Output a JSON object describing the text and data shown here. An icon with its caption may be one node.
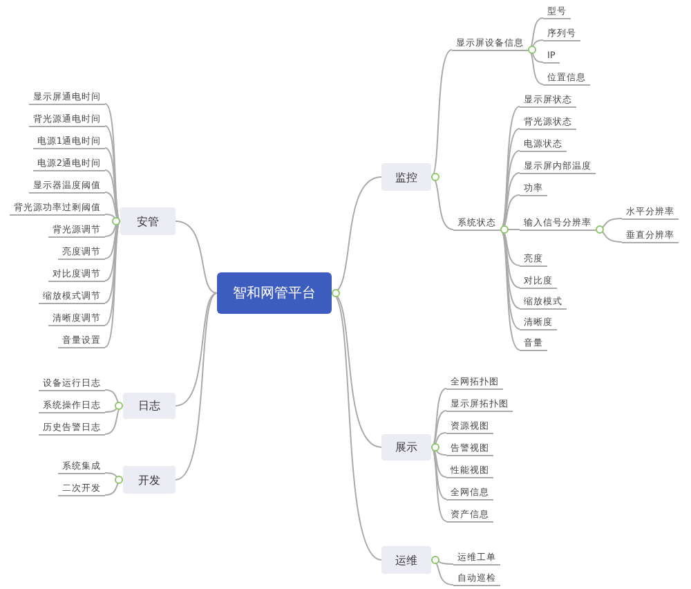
{
  "diagram": {
    "nodes": [
      {
        "text": [
          "智和网管平台"
        ]
      },
      {
        "text": [
          "安管"
        ]
      },
      {
        "text": [
          "显示屏通电时间"
        ]
      },
      {
        "text": [
          "背光源通电时间"
        ]
      },
      {
        "text": [
          "电源1通电时间"
        ]
      },
      {
        "text": [
          "电源2通电时间"
        ]
      },
      {
        "text": [
          "显示器温度阈值"
        ]
      },
      {
        "text": [
          "背光源功率过剩阈值"
        ]
      },
      {
        "text": [
          "背光源调节"
        ]
      },
      {
        "text": [
          "亮度调节"
        ]
      },
      {
        "text": [
          "对比度调节"
        ]
      },
      {
        "text": [
          "缩放模式调节"
        ]
      },
      {
        "text": [
          "清晰度调节"
        ]
      },
      {
        "text": [
          "音量设置"
        ]
      },
      {
        "text": [
          "日志"
        ]
      },
      {
        "text": [
          "设备运行日志"
        ]
      },
      {
        "text": [
          "系统操作日志"
        ]
      },
      {
        "text": [
          "历史告警日志"
        ]
      },
      {
        "text": [
          "开发"
        ]
      },
      {
        "text": [
          "系统集成"
        ]
      },
      {
        "text": [
          "二次开发"
        ]
      },
      {
        "text": [
          "监控"
        ]
      },
      {
        "text": [
          "显示屏设备信息"
        ]
      },
      {
        "text": [
          "型号"
        ]
      },
      {
        "text": [
          "序列号"
        ]
      },
      {
        "text": [
          "IP"
        ]
      },
      {
        "text": [
          "位置信息"
        ]
      },
      {
        "text": [
          "系统状态"
        ]
      },
      {
        "text": [
          "显示屏状态"
        ]
      },
      {
        "text": [
          "背光源状态"
        ]
      },
      {
        "text": [
          "电源状态"
        ]
      },
      {
        "text": [
          "显示屏内部温度"
        ]
      },
      {
        "text": [
          "功率"
        ]
      },
      {
        "text": [
          "输入信号分辨率"
        ]
      },
      {
        "text": [
          "水平分辨率"
        ]
      },
      {
        "text": [
          "垂直分辨率"
        ]
      },
      {
        "text": [
          "亮度"
        ]
      },
      {
        "text": [
          "对比度"
        ]
      },
      {
        "text": [
          "缩放模式"
        ]
      },
      {
        "text": [
          "清晰度"
        ]
      },
      {
        "text": [
          "音量"
        ]
      },
      {
        "text": [
          "展示"
        ]
      },
      {
        "text": [
          "全网拓扑图"
        ]
      },
      {
        "text": [
          "显示屏拓扑图"
        ]
      },
      {
        "text": [
          "资源视图"
        ]
      },
      {
        "text": [
          "告警视图"
        ]
      },
      {
        "text": [
          "性能视图"
        ]
      },
      {
        "text": [
          "全网信息"
        ]
      },
      {
        "text": [
          "资产信息"
        ]
      },
      {
        "text": [
          "运维"
        ]
      },
      {
        "text": [
          "运维工单"
        ]
      },
      {
        "text": [
          "自动巡检"
        ]
      }
    ],
    "edges": [
      {
        "from": 0,
        "to": 1,
        "arrow": "none"
      },
      {
        "from": 1,
        "to": 2,
        "arrow": "none"
      },
      {
        "from": 1,
        "to": 3,
        "arrow": "none"
      },
      {
        "from": 1,
        "to": 4,
        "arrow": "none"
      },
      {
        "from": 1,
        "to": 5,
        "arrow": "none"
      },
      {
        "from": 1,
        "to": 6,
        "arrow": "none"
      },
      {
        "from": 1,
        "to": 7,
        "arrow": "none"
      },
      {
        "from": 1,
        "to": 8,
        "arrow": "none"
      },
      {
        "from": 1,
        "to": 9,
        "arrow": "none"
      },
      {
        "from": 1,
        "to": 10,
        "arrow": "none"
      },
      {
        "from": 1,
        "to": 11,
        "arrow": "none"
      },
      {
        "from": 1,
        "to": 12,
        "arrow": "none"
      },
      {
        "from": 1,
        "to": 13,
        "arrow": "none"
      },
      {
        "from": 0,
        "to": 14,
        "arrow": "none"
      },
      {
        "from": 14,
        "to": 15,
        "arrow": "none"
      },
      {
        "from": 14,
        "to": 16,
        "arrow": "none"
      },
      {
        "from": 14,
        "to": 17,
        "arrow": "none"
      },
      {
        "from": 0,
        "to": 18,
        "arrow": "none"
      },
      {
        "from": 18,
        "to": 19,
        "arrow": "none"
      },
      {
        "from": 18,
        "to": 20,
        "arrow": "none"
      },
      {
        "from": 0,
        "to": 21,
        "arrow": "none"
      },
      {
        "from": 21,
        "to": 22,
        "arrow": "none"
      },
      {
        "from": 22,
        "to": 23,
        "arrow": "none"
      },
      {
        "from": 22,
        "to": 24,
        "arrow": "none"
      },
      {
        "from": 22,
        "to": 25,
        "arrow": "none"
      },
      {
        "from": 22,
        "to": 26,
        "arrow": "none"
      },
      {
        "from": 21,
        "to": 27,
        "arrow": "none"
      },
      {
        "from": 27,
        "to": 28,
        "arrow": "none"
      },
      {
        "from": 27,
        "to": 29,
        "arrow": "none"
      },
      {
        "from": 27,
        "to": 30,
        "arrow": "none"
      },
      {
        "from": 27,
        "to": 31,
        "arrow": "none"
      },
      {
        "from": 27,
        "to": 32,
        "arrow": "none"
      },
      {
        "from": 27,
        "to": 33,
        "arrow": "none"
      },
      {
        "from": 33,
        "to": 34,
        "arrow": "none"
      },
      {
        "from": 33,
        "to": 35,
        "arrow": "none"
      },
      {
        "from": 27,
        "to": 36,
        "arrow": "none"
      },
      {
        "from": 27,
        "to": 37,
        "arrow": "none"
      },
      {
        "from": 27,
        "to": 38,
        "arrow": "none"
      },
      {
        "from": 27,
        "to": 39,
        "arrow": "none"
      },
      {
        "from": 27,
        "to": 40,
        "arrow": "none"
      },
      {
        "from": 0,
        "to": 41,
        "arrow": "none"
      },
      {
        "from": 41,
        "to": 42,
        "arrow": "none"
      },
      {
        "from": 41,
        "to": 43,
        "arrow": "none"
      },
      {
        "from": 41,
        "to": 44,
        "arrow": "none"
      },
      {
        "from": 41,
        "to": 45,
        "arrow": "none"
      },
      {
        "from": 41,
        "to": 46,
        "arrow": "none"
      },
      {
        "from": 41,
        "to": 47,
        "arrow": "none"
      },
      {
        "from": 41,
        "to": 48,
        "arrow": "none"
      },
      {
        "from": 0,
        "to": 49,
        "arrow": "none"
      },
      {
        "from": 49,
        "to": 50,
        "arrow": "none"
      },
      {
        "from": 49,
        "to": 51,
        "arrow": "none"
      }
    ]
  }
}
